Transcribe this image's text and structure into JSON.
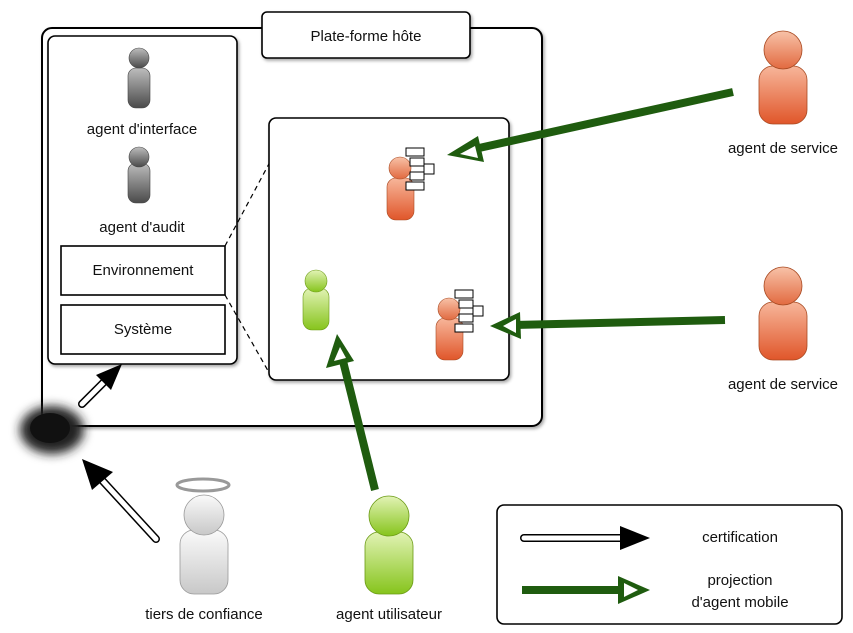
{
  "platform": {
    "title": "Plate-forme hôte"
  },
  "platform_agents": {
    "interface_agent": "agent d'interface",
    "audit_agent": "agent d'audit"
  },
  "layers": {
    "environment": "Environnement",
    "system": "Système"
  },
  "external_agents": {
    "service_agent_top": "agent de service",
    "service_agent_bottom": "agent de service",
    "trusted_third_party": "tiers de confiance",
    "user_agent": "agent utilisateur"
  },
  "legend": {
    "certification": "certification",
    "projection_line1": "projection",
    "projection_line2": "d'agent mobile"
  },
  "colors": {
    "projection_arrow": "#1f5c0f",
    "service_agent": "#e0643a",
    "user_agent": "#8cc21f",
    "platform_agent": "#555555",
    "trusted_agent": "#cccccc"
  }
}
